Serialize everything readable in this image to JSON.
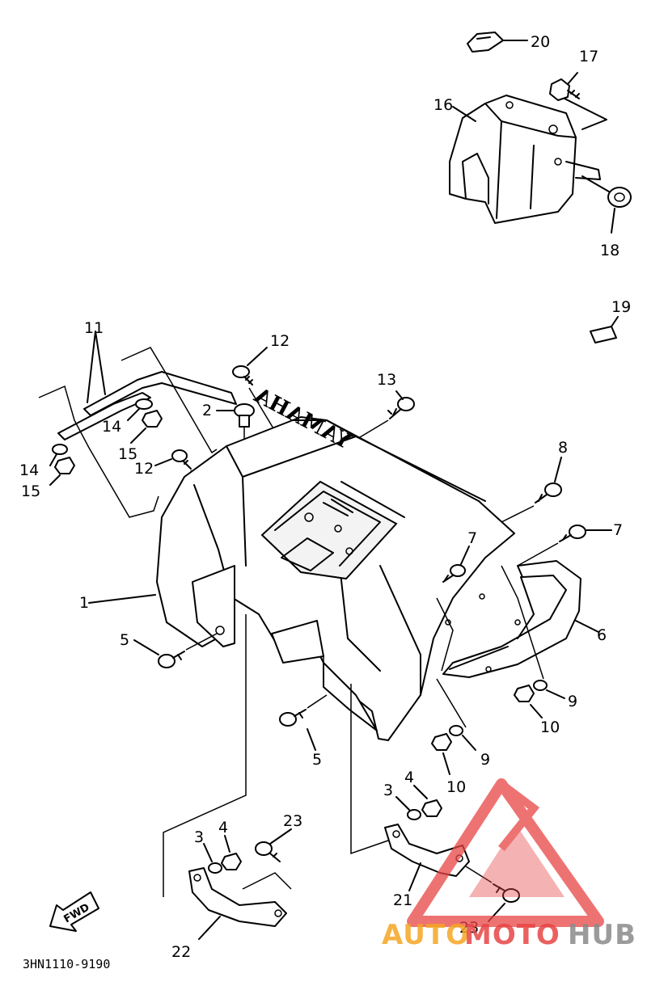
{
  "diagram": {
    "part_code": "3HN1110-9190",
    "brand_text": "YAMAHA",
    "fwd_label": "FWD",
    "callouts": {
      "c1": "1",
      "c2": "2",
      "c3a": "3",
      "c3b": "3",
      "c4a": "4",
      "c4b": "4",
      "c5a": "5",
      "c5b": "5",
      "c6": "6",
      "c7a": "7",
      "c7b": "7",
      "c8": "8",
      "c9a": "9",
      "c9b": "9",
      "c10a": "10",
      "c10b": "10",
      "c11": "11",
      "c12a": "12",
      "c12b": "12",
      "c13": "13",
      "c14a": "14",
      "c14b": "14",
      "c15a": "15",
      "c15b": "15",
      "c16": "16",
      "c17": "17",
      "c18": "18",
      "c19": "19",
      "c20": "20",
      "c21": "21",
      "c22": "22",
      "c23a": "23",
      "c23b": "23"
    }
  },
  "watermark": {
    "text_auto": "AUTO",
    "text_moto": "MOTO",
    "text_hub": "HUB",
    "color_red": "#e84545",
    "color_orange": "#f5a623",
    "color_gray": "#8a8a8a"
  }
}
